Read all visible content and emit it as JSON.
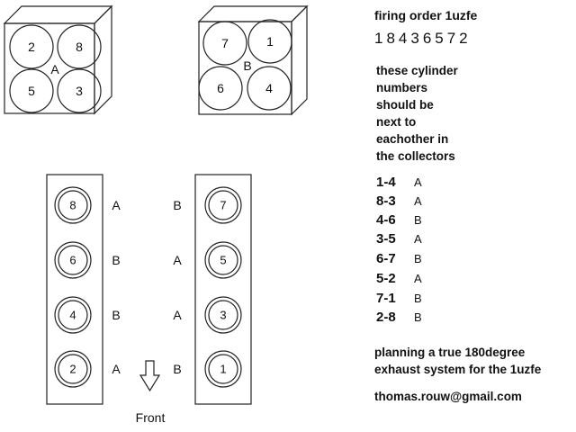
{
  "cylinder_heads": [
    {
      "bank": "A",
      "cylinders": [
        "2",
        "8",
        "5",
        "3"
      ]
    },
    {
      "bank": "B",
      "cylinders": [
        "7",
        "1",
        "6",
        "4"
      ]
    }
  ],
  "left_bank": [
    {
      "cylinder": "8",
      "collector": "A"
    },
    {
      "cylinder": "6",
      "collector": "B"
    },
    {
      "cylinder": "4",
      "collector": "B"
    },
    {
      "cylinder": "2",
      "collector": "A"
    }
  ],
  "right_bank": [
    {
      "cylinder": "7",
      "collector": "B"
    },
    {
      "cylinder": "5",
      "collector": "A"
    },
    {
      "cylinder": "3",
      "collector": "A"
    },
    {
      "cylinder": "1",
      "collector": "B"
    }
  ],
  "front_label": "Front",
  "arrow_icon": "down-arrow-icon",
  "firing_order_title": "firing order 1uzfe",
  "firing_order": "18436572",
  "note_lines": [
    "these  cylinder",
    "numbers",
    "should be",
    "next to",
    "eachother in",
    "the collectors"
  ],
  "pairs": [
    {
      "pair": "1-4",
      "collector": "A"
    },
    {
      "pair": "8-3",
      "collector": "A"
    },
    {
      "pair": "4-6",
      "collector": "B"
    },
    {
      "pair": "3-5",
      "collector": "A"
    },
    {
      "pair": "6-7",
      "collector": "B"
    },
    {
      "pair": "5-2",
      "collector": "A"
    },
    {
      "pair": "7-1",
      "collector": "B"
    },
    {
      "pair": "2-8",
      "collector": "B"
    }
  ],
  "plan_lines": [
    "planning a true 180degree",
    "exhaust system for the 1uzfe"
  ],
  "email": "thomas.rouw@gmail.com"
}
